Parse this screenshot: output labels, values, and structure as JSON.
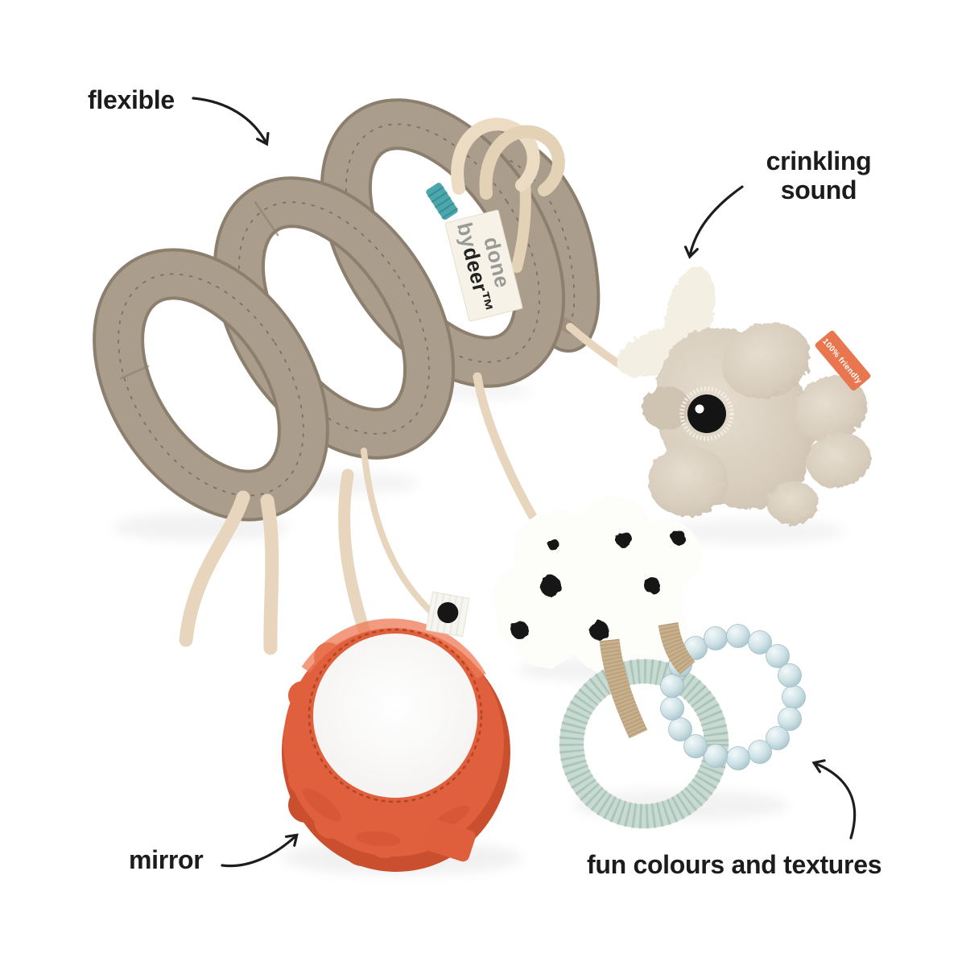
{
  "scene": {
    "background": "#ffffff",
    "type": "annotated product photo",
    "product": "baby activity spiral toy with hanging rattles"
  },
  "annotations": {
    "arrow_color": "#1d1d1d",
    "text_color": "#1c1c1c",
    "flexible": {
      "label": "flexible"
    },
    "crinkling": {
      "line1": "crinkling",
      "line2": "sound"
    },
    "mirror": {
      "label": "mirror"
    },
    "fun": {
      "label": "fun colours and textures"
    }
  },
  "toy": {
    "brand_label": {
      "line1": "done",
      "line2_gray": "by",
      "line2_black": "deer™"
    },
    "deer_tag": {
      "text": "100% friendly"
    },
    "colors": {
      "spiral": "#ab9d8c",
      "spiral_shadow": "#8d7f6e",
      "stitch": "#77695a",
      "straps": "#e7d6bd",
      "ties": "#ecdcc4",
      "teal_tag": "#4ba7ac",
      "brand_bg": "#f6f2e7",
      "brand_gray": "#9a9a95",
      "brand_black": "#222222",
      "deer_fur": "#d6cbbb",
      "antler": "#f4efe3",
      "eye": "#141414",
      "tag_orange": "#e8764f",
      "cloud": "#fdfdfa",
      "cloud_dots": "#161616",
      "ribbon": "#c9b08c",
      "ring_ribbed": "#c8dbd2",
      "ring_beads": "#c6dce1",
      "mirror_ring": "#e0603d",
      "mirror_face": "#fbfbfa"
    }
  }
}
